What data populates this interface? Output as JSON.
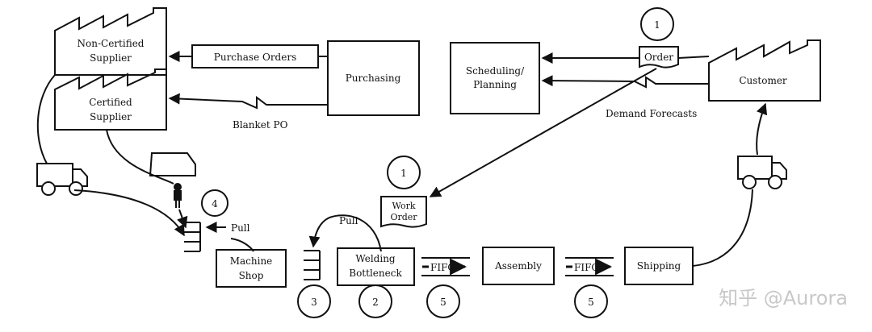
{
  "nodes": {
    "noncert_supplier": {
      "line1": "Non-Certified",
      "line2": "Supplier"
    },
    "cert_supplier": {
      "line1": "Certified",
      "line2": "Supplier"
    },
    "purchase_orders": "Purchase Orders",
    "purchasing": "Purchasing",
    "blanket_po": "Blanket PO",
    "scheduling": {
      "line1": "Scheduling/",
      "line2": "Planning"
    },
    "order": "Order",
    "customer": "Customer",
    "demand_forecasts": "Demand Forecasts",
    "work_order": {
      "line1": "Work",
      "line2": "Order"
    },
    "machine_shop": {
      "line1": "Machine",
      "line2": "Shop"
    },
    "welding": {
      "line1": "Welding",
      "line2": "Bottleneck"
    },
    "assembly": "Assembly",
    "shipping": "Shipping"
  },
  "labels": {
    "pull_left": "Pull",
    "pull_middle": "Pull",
    "fifo_1": "FIFO",
    "fifo_2": "FIFO"
  },
  "markers": {
    "order": "1",
    "work_order": "1",
    "kanban_left": "4",
    "kanban_middle": "3",
    "welding": "2",
    "fifo_1": "5",
    "fifo_2": "5"
  },
  "watermark": "知乎 @Aurora"
}
